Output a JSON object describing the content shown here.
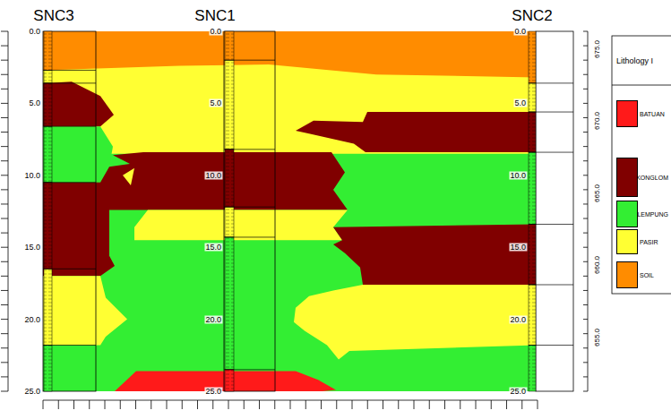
{
  "diagram": {
    "labels": [
      "SNC3",
      "SNC1",
      "SNC2",
      "0.0",
      "5.0",
      "10.0",
      "15.0",
      "20.0",
      "25.0",
      "0.0",
      "5.0",
      "10.0",
      "15.0",
      "20.0",
      "25.0",
      "0.0",
      "5.0",
      "10.0",
      "15.0",
      "20.0",
      "25.0",
      "675.0",
      "670.0",
      "665.0",
      "660.0",
      "655.0",
      "Lithology I"
    ],
    "legend": [
      {
        "text": "BATUAN",
        "color": "#ff1a1a"
      },
      {
        "text": "KONGLOM",
        "color": "#800000"
      },
      {
        "text": "LEMPUNG",
        "color": "#33ee33"
      },
      {
        "text": "PASIR",
        "color": "#ffff33"
      },
      {
        "text": "SOIL",
        "color": "#ff8c00"
      }
    ]
  }
}
